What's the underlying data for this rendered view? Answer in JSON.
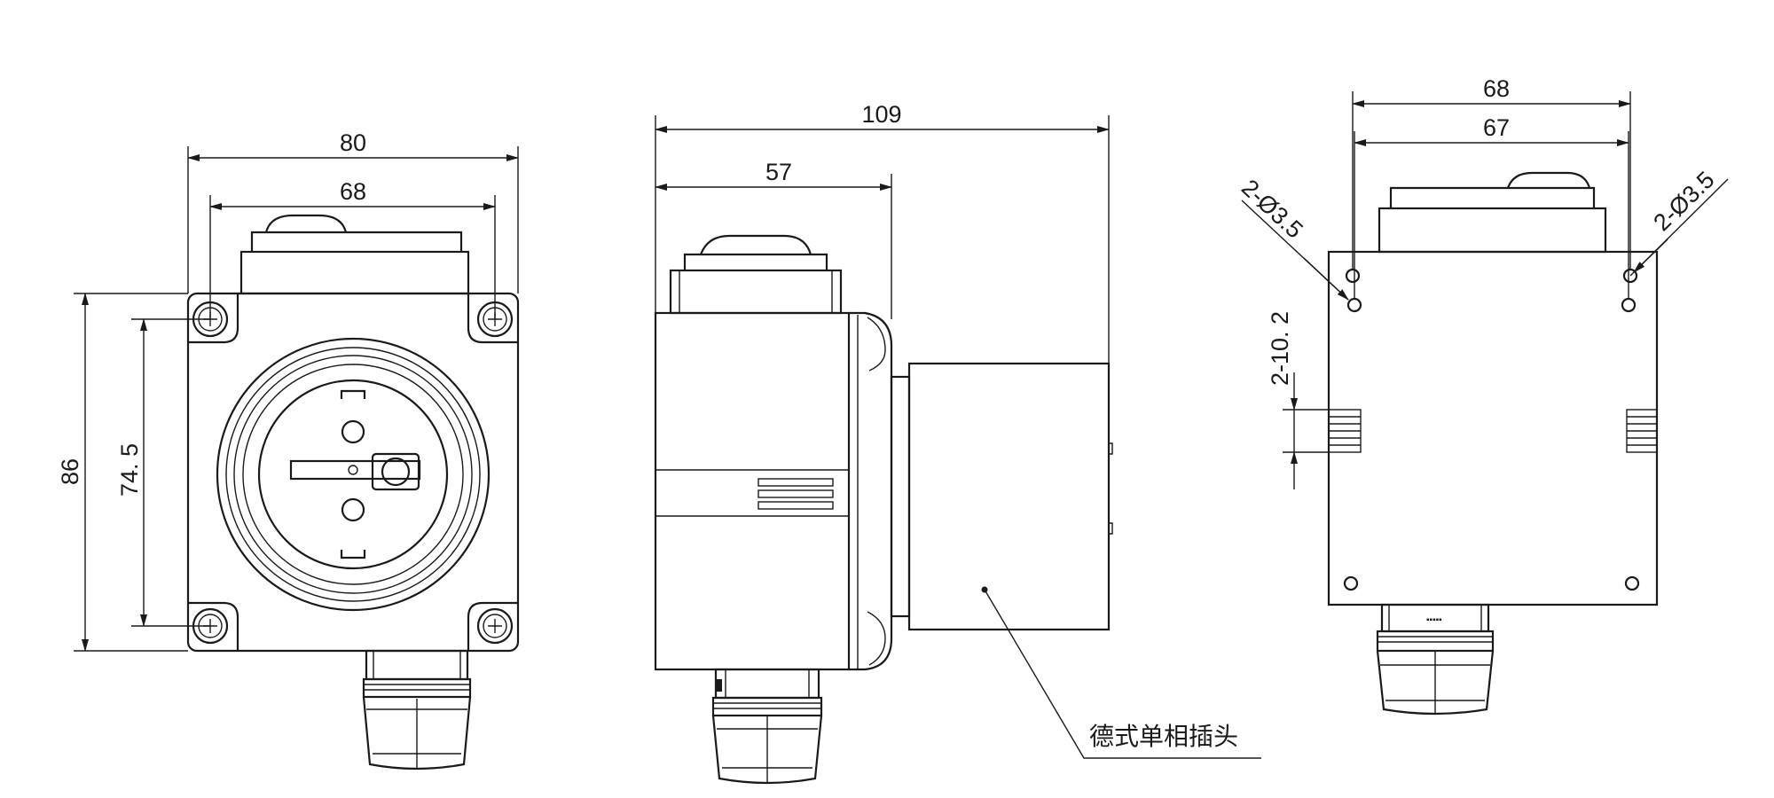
{
  "front_view": {
    "width_outer": "80",
    "width_inner": "68",
    "height_outer": "86",
    "height_inner": "74. 5"
  },
  "side_view": {
    "depth_total": "109",
    "depth_box": "57",
    "callout_label": "德式单相插头"
  },
  "back_view": {
    "width_68": "68",
    "width_67": "67",
    "hole_left": "2-Ø3.5",
    "hole_right": "2-Ø3.5",
    "slot": "2-10. 2"
  }
}
